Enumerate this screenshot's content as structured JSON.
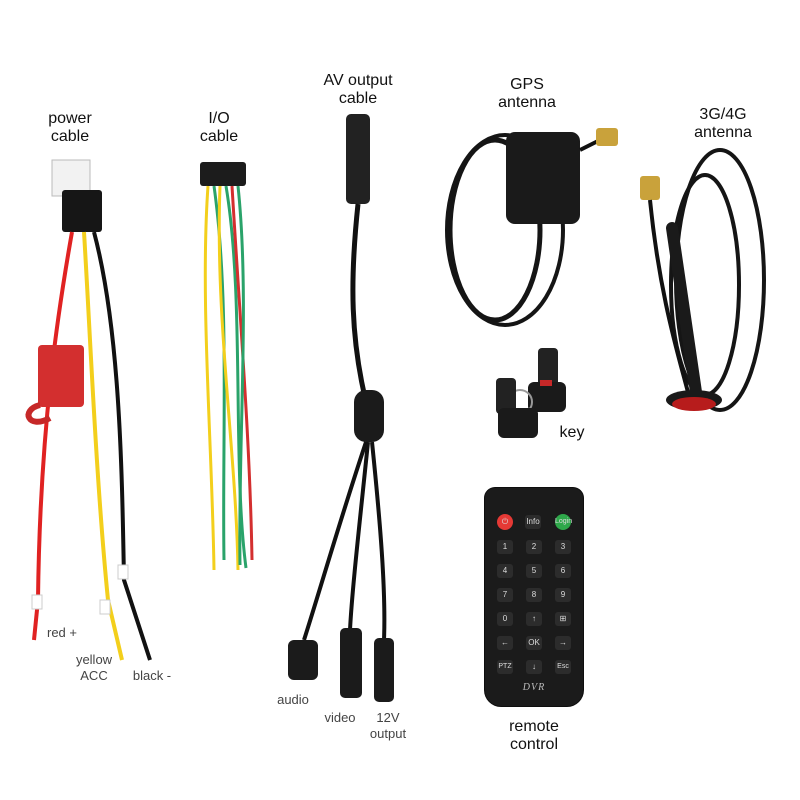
{
  "labels": {
    "power_cable": [
      "power",
      "cable"
    ],
    "io_cable": [
      "I/O",
      "cable"
    ],
    "av_cable": [
      "AV output",
      "cable"
    ],
    "gps": [
      "GPS",
      "antenna"
    ],
    "g34": [
      "3G/4G",
      "antenna"
    ],
    "key": "key",
    "remote": [
      "remote",
      "control"
    ],
    "red": "red +",
    "yellow": [
      "yellow",
      "ACC"
    ],
    "black": "black -",
    "audio": "audio",
    "video": "video",
    "v12": [
      "12V",
      "output"
    ]
  },
  "remote": {
    "brand": "DVR",
    "top": [
      "⏻",
      "Info",
      "Login"
    ],
    "grid": [
      [
        "1",
        "2",
        "3"
      ],
      [
        "4",
        "5",
        "6"
      ],
      [
        "7",
        "8",
        "9"
      ],
      [
        "0",
        "↑",
        "⊞"
      ],
      [
        "←",
        "OK",
        "→"
      ],
      [
        "PTZ",
        "↓",
        "Esc"
      ]
    ],
    "colors": {
      "power": "#e53935",
      "login": "#2ea84a"
    }
  }
}
